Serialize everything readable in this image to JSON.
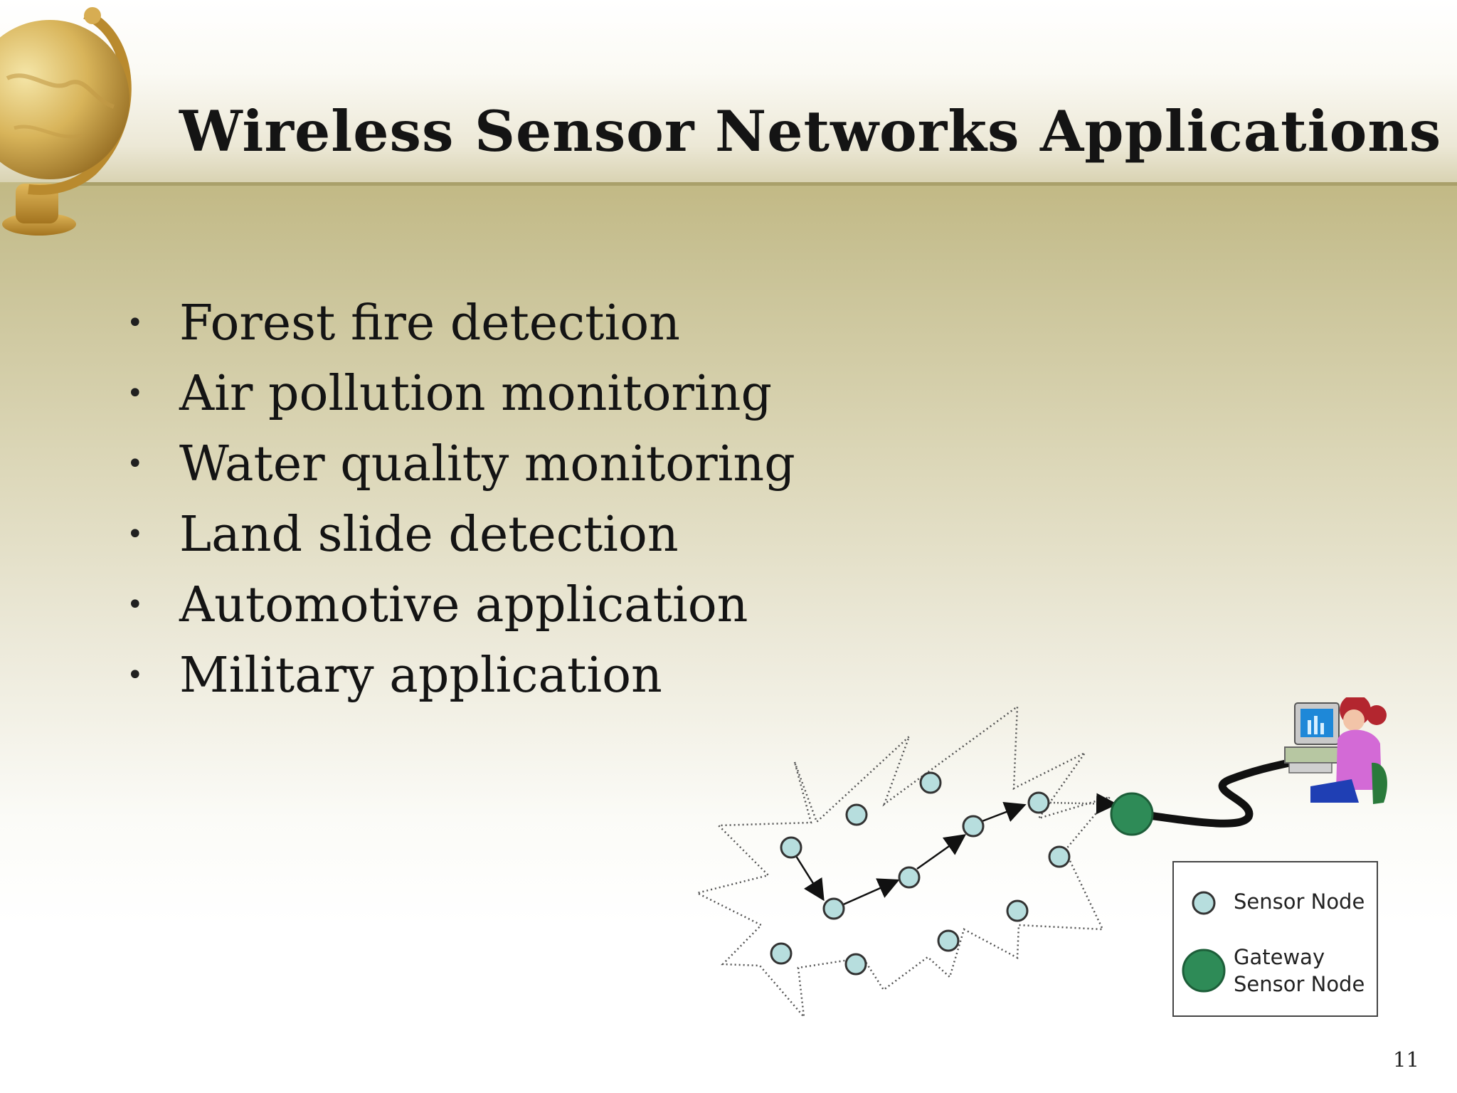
{
  "slide": {
    "title": "Wireless Sensor Networks Applications",
    "bullets": [
      "Forest fire detection",
      "Air pollution monitoring",
      "Water quality monitoring",
      "Land slide detection",
      "Automotive application",
      "Military application"
    ],
    "bullet_symbol": "•",
    "page_number": "11"
  },
  "diagram": {
    "legend": {
      "sensor_node_label": "Sensor Node",
      "gateway_label": "Gateway\nSensor Node"
    },
    "colors": {
      "sensor_node_fill": "#b7dede",
      "gateway_fill": "#2e8b57",
      "accent_rule": "#a9a06a"
    },
    "icons": [
      "globe-icon",
      "user-at-computer-icon"
    ]
  }
}
